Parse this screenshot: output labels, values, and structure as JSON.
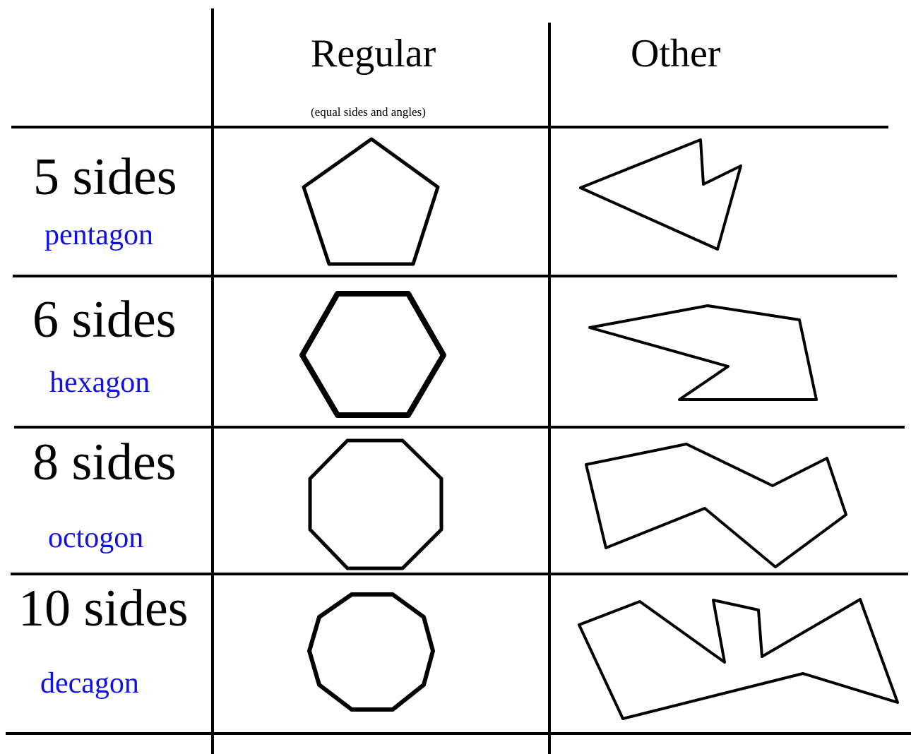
{
  "colors": {
    "ink": "#000000",
    "name_text": "#1010e6"
  },
  "header": {
    "regular_label": "Regular",
    "regular_note": "(equal sides and angles)",
    "other_label": "Other"
  },
  "rows": [
    {
      "sides_label": "5 sides",
      "name": "pentagon",
      "sides": 5
    },
    {
      "sides_label": "6 sides",
      "name": "hexagon",
      "sides": 6
    },
    {
      "sides_label": "8 sides",
      "name": "octogon",
      "sides": 8
    },
    {
      "sides_label": "10 sides",
      "name": "decagon",
      "sides": 10
    }
  ]
}
